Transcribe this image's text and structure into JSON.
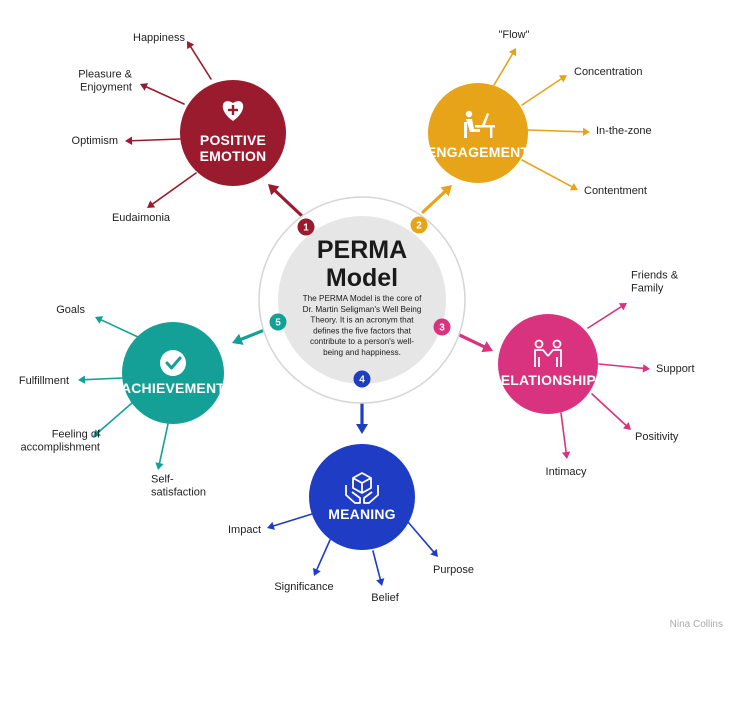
{
  "center": {
    "title_lines": [
      "PERMA",
      "Model"
    ],
    "description_lines": [
      "The PERMA Model is the core of",
      "Dr. Martin Seligman's Well Being",
      "Theory. It is an acronym that",
      "defines the five factors that",
      "contribute to a person's well-",
      "being and happiness."
    ]
  },
  "pillars": [
    {
      "id": "positive-emotion",
      "number": "1",
      "title_lines": [
        "POSITIVE",
        "EMOTION"
      ],
      "color": "#9b1b2e",
      "icon": "heart-plus-icon",
      "items": [
        [
          "Happiness"
        ],
        [
          "Pleasure &",
          "Enjoyment"
        ],
        [
          "Optimism"
        ],
        [
          "Eudaimonia"
        ]
      ]
    },
    {
      "id": "engagement",
      "number": "2",
      "title_lines": [
        "ENGAGEMENT"
      ],
      "color": "#e8a419",
      "icon": "person-at-desk-icon",
      "items": [
        [
          "\"Flow\""
        ],
        [
          "Concentration"
        ],
        [
          "In-the-zone"
        ],
        [
          "Contentment"
        ]
      ]
    },
    {
      "id": "relationships",
      "number": "3",
      "title_lines": [
        "RELATIONSHIPS"
      ],
      "color": "#d9327f",
      "icon": "handshake-icon",
      "items": [
        [
          "Friends &",
          "Family"
        ],
        [
          "Support"
        ],
        [
          "Positivity"
        ],
        [
          "Intimacy"
        ]
      ]
    },
    {
      "id": "meaning",
      "number": "4",
      "title_lines": [
        "MEANING"
      ],
      "color": "#1f3dc4",
      "icon": "hands-holding-box-icon",
      "items": [
        [
          "Impact"
        ],
        [
          "Significance"
        ],
        [
          "Belief"
        ],
        [
          "Purpose"
        ]
      ]
    },
    {
      "id": "achievement",
      "number": "5",
      "title_lines": [
        "ACHIEVEMENT"
      ],
      "color": "#14a096",
      "icon": "checkmark-circle-icon",
      "items": [
        [
          "Goals"
        ],
        [
          "Fulfillment"
        ],
        [
          "Feeling of",
          "accomplishment"
        ],
        [
          "Self-",
          "satisfaction"
        ]
      ]
    }
  ],
  "credit": "Nina Collins"
}
